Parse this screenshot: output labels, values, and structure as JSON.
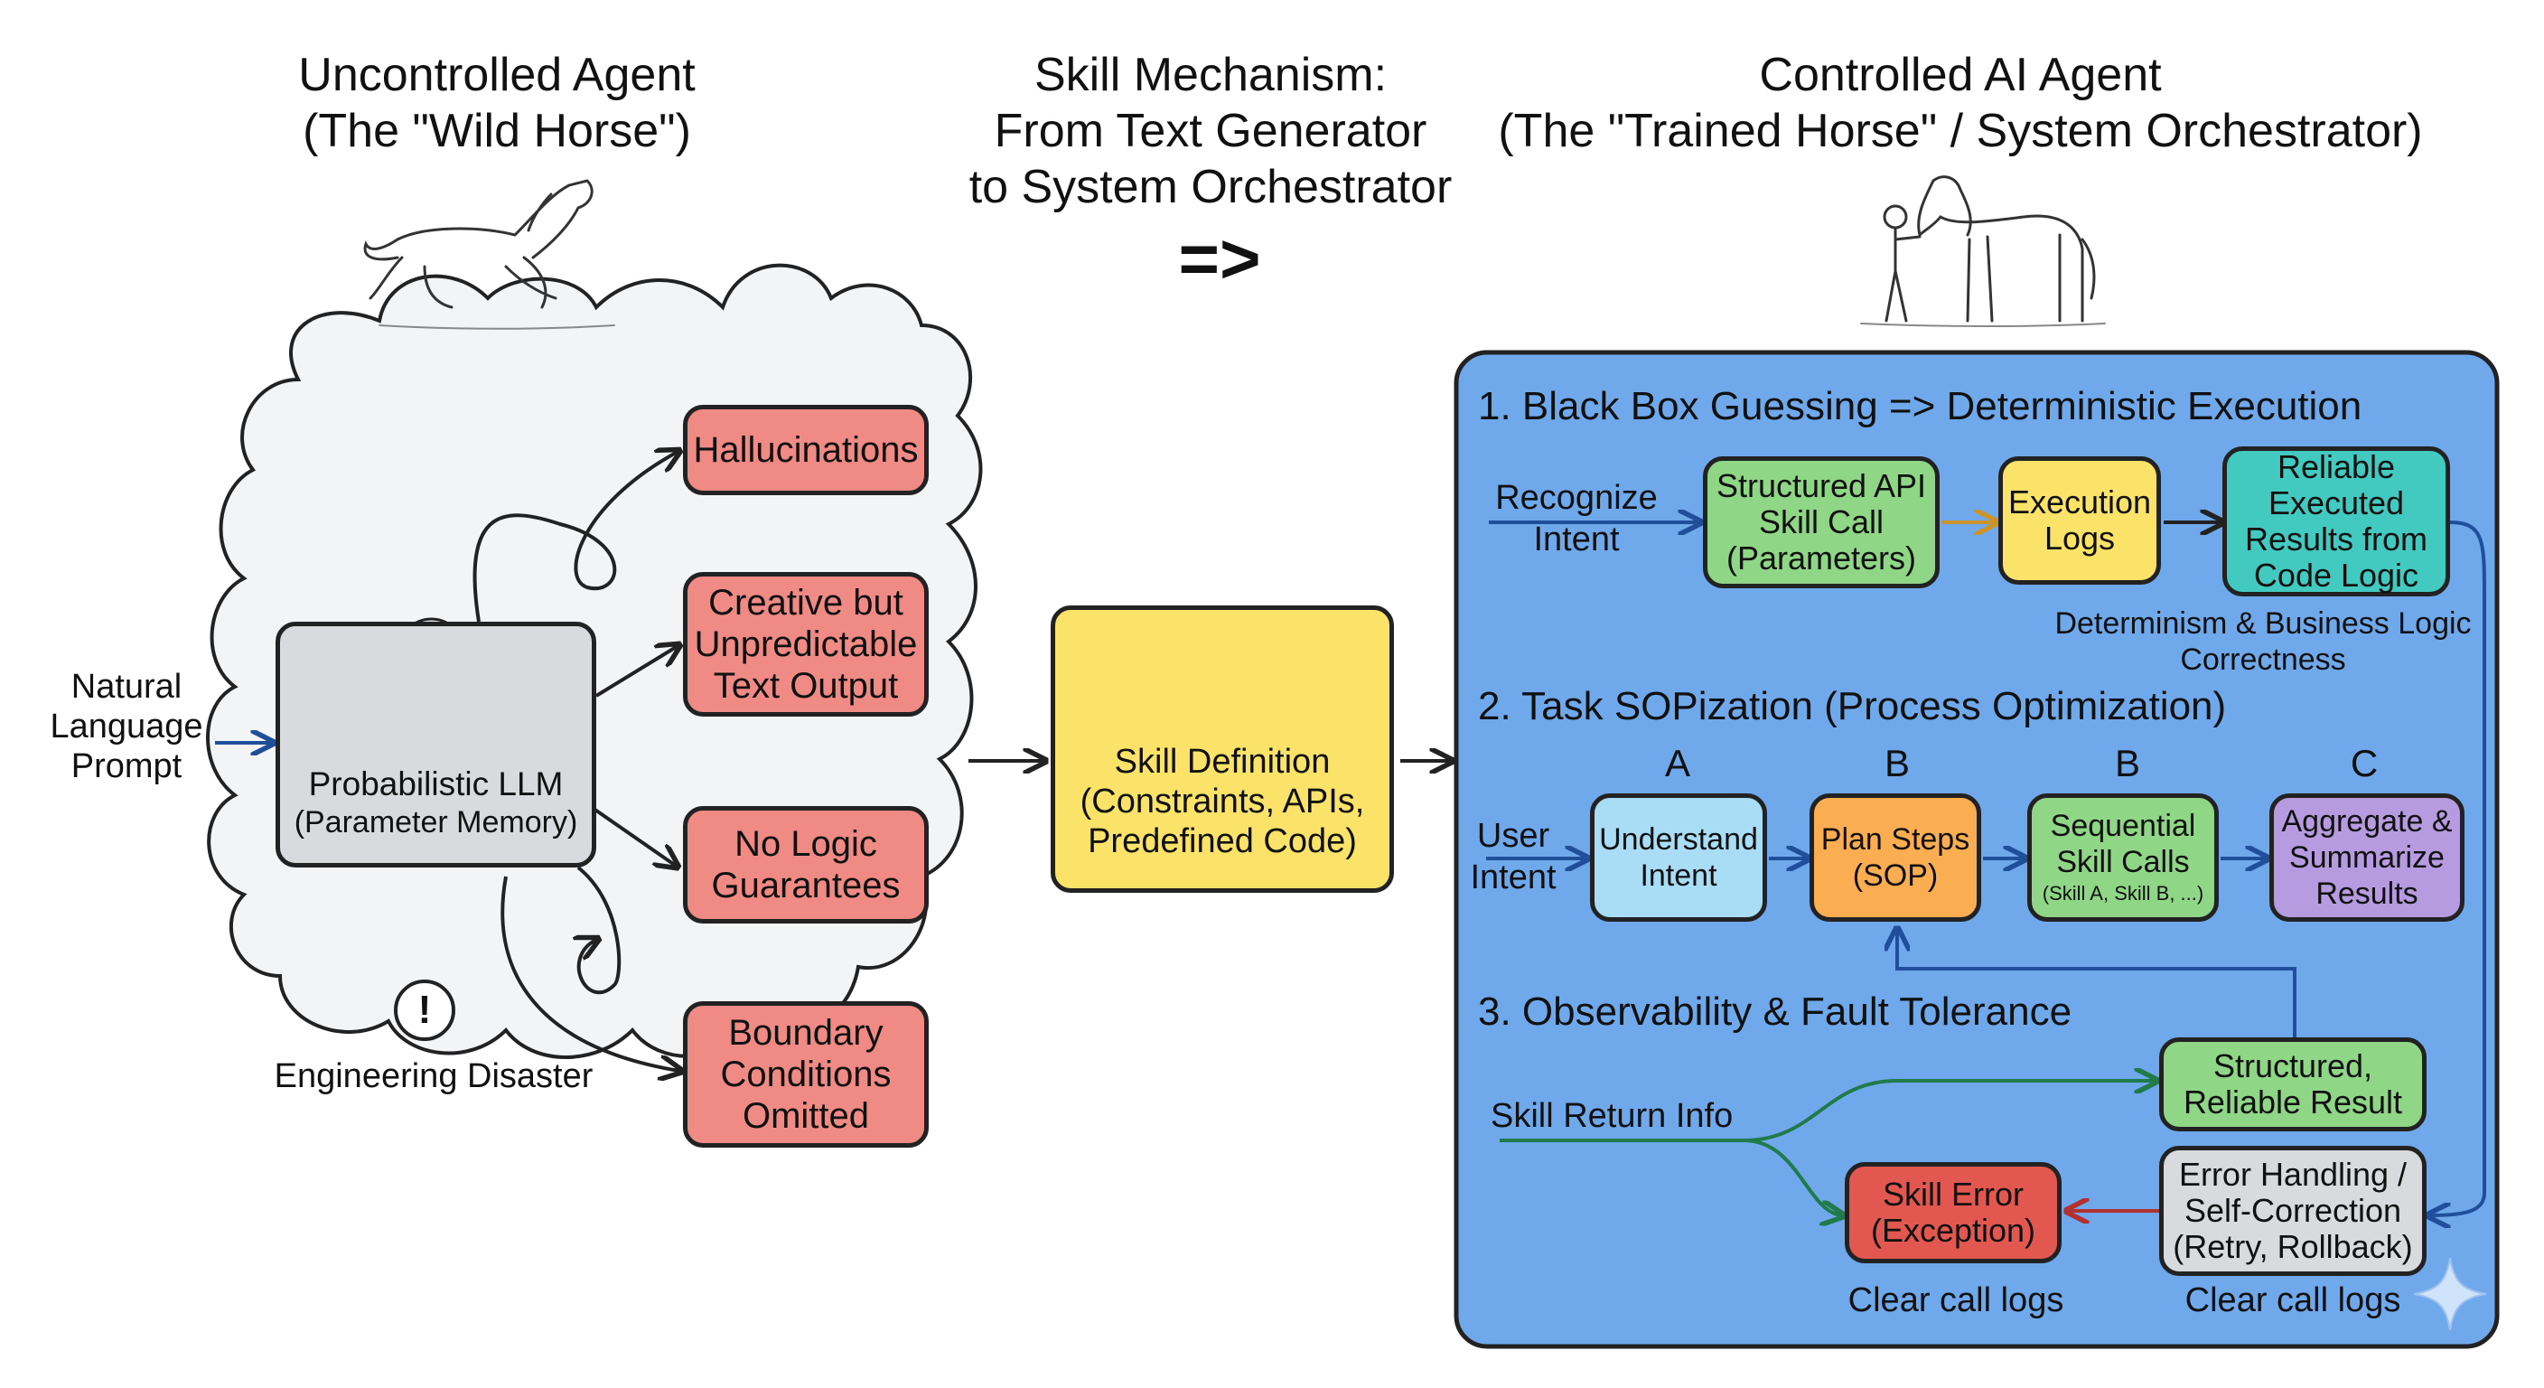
{
  "titles": {
    "left": [
      "Uncontrolled Agent",
      "(The \"Wild Horse\")"
    ],
    "middle": [
      "Skill Mechanism:",
      "From Text Generator",
      "to System Orchestrator"
    ],
    "middle_arrow": "=>",
    "right": [
      "Controlled AI Agent",
      "(The \"Trained Horse\" / System Orchestrator)"
    ]
  },
  "left_panel": {
    "input_label": [
      "Natural",
      "Language",
      "Prompt"
    ],
    "llm": [
      "Probabilistic LLM",
      "(Parameter Memory)"
    ],
    "outcomes": [
      [
        "Hallucinations"
      ],
      [
        "Creative but",
        "Unpredictable",
        "Text Output"
      ],
      [
        "No Logic",
        "Guarantees"
      ],
      [
        "Boundary",
        "Conditions",
        "Omitted"
      ]
    ],
    "warning_symbol": "!",
    "warning_label": "Engineering Disaster"
  },
  "skill_definition": [
    "Skill Definition",
    "(Constraints, APIs,",
    "Predefined Code)"
  ],
  "right_panel": {
    "section1": {
      "heading": "1. Black Box Guessing => Deterministic Execution",
      "input_label": [
        "Recognize",
        "Intent"
      ],
      "api_call": [
        "Structured API",
        "Skill Call",
        "(Parameters)"
      ],
      "logs": [
        "Execution",
        "Logs"
      ],
      "results": [
        "Reliable",
        "Executed",
        "Results from",
        "Code Logic"
      ],
      "caption": [
        "Determinism & Business Logic",
        "Correctness"
      ]
    },
    "section2": {
      "heading": "2. Task SOPization (Process Optimization)",
      "input_label": [
        "User",
        "Intent"
      ],
      "letters": [
        "A",
        "B",
        "B",
        "C"
      ],
      "understand": [
        "Understand",
        "Intent"
      ],
      "plan": [
        "Plan Steps",
        "(SOP)"
      ],
      "sequential": [
        "Sequential",
        "Skill Calls"
      ],
      "sequential_sub": "(Skill A, Skill B, ...)",
      "aggregate": [
        "Aggregate &",
        "Summarize",
        "Results"
      ]
    },
    "section3": {
      "heading": "3. Observability & Fault Tolerance",
      "input_label": "Skill Return Info",
      "structured": [
        "Structured,",
        "Reliable Result"
      ],
      "error_handling": [
        "Error Handling /",
        "Self-Correction",
        "(Retry, Rollback)"
      ],
      "skill_error": [
        "Skill Error",
        "(Exception)"
      ],
      "logs_left": "Clear call logs",
      "logs_right": "Clear call logs"
    }
  },
  "colors": {
    "panel_blue": "#6fa9ec",
    "cloud": "#f2f4f6",
    "red_box": "#ef8a84",
    "green_box": "#8fd686",
    "yellow_box": "#fbe36a",
    "teal_box": "#42c9c0"
  }
}
